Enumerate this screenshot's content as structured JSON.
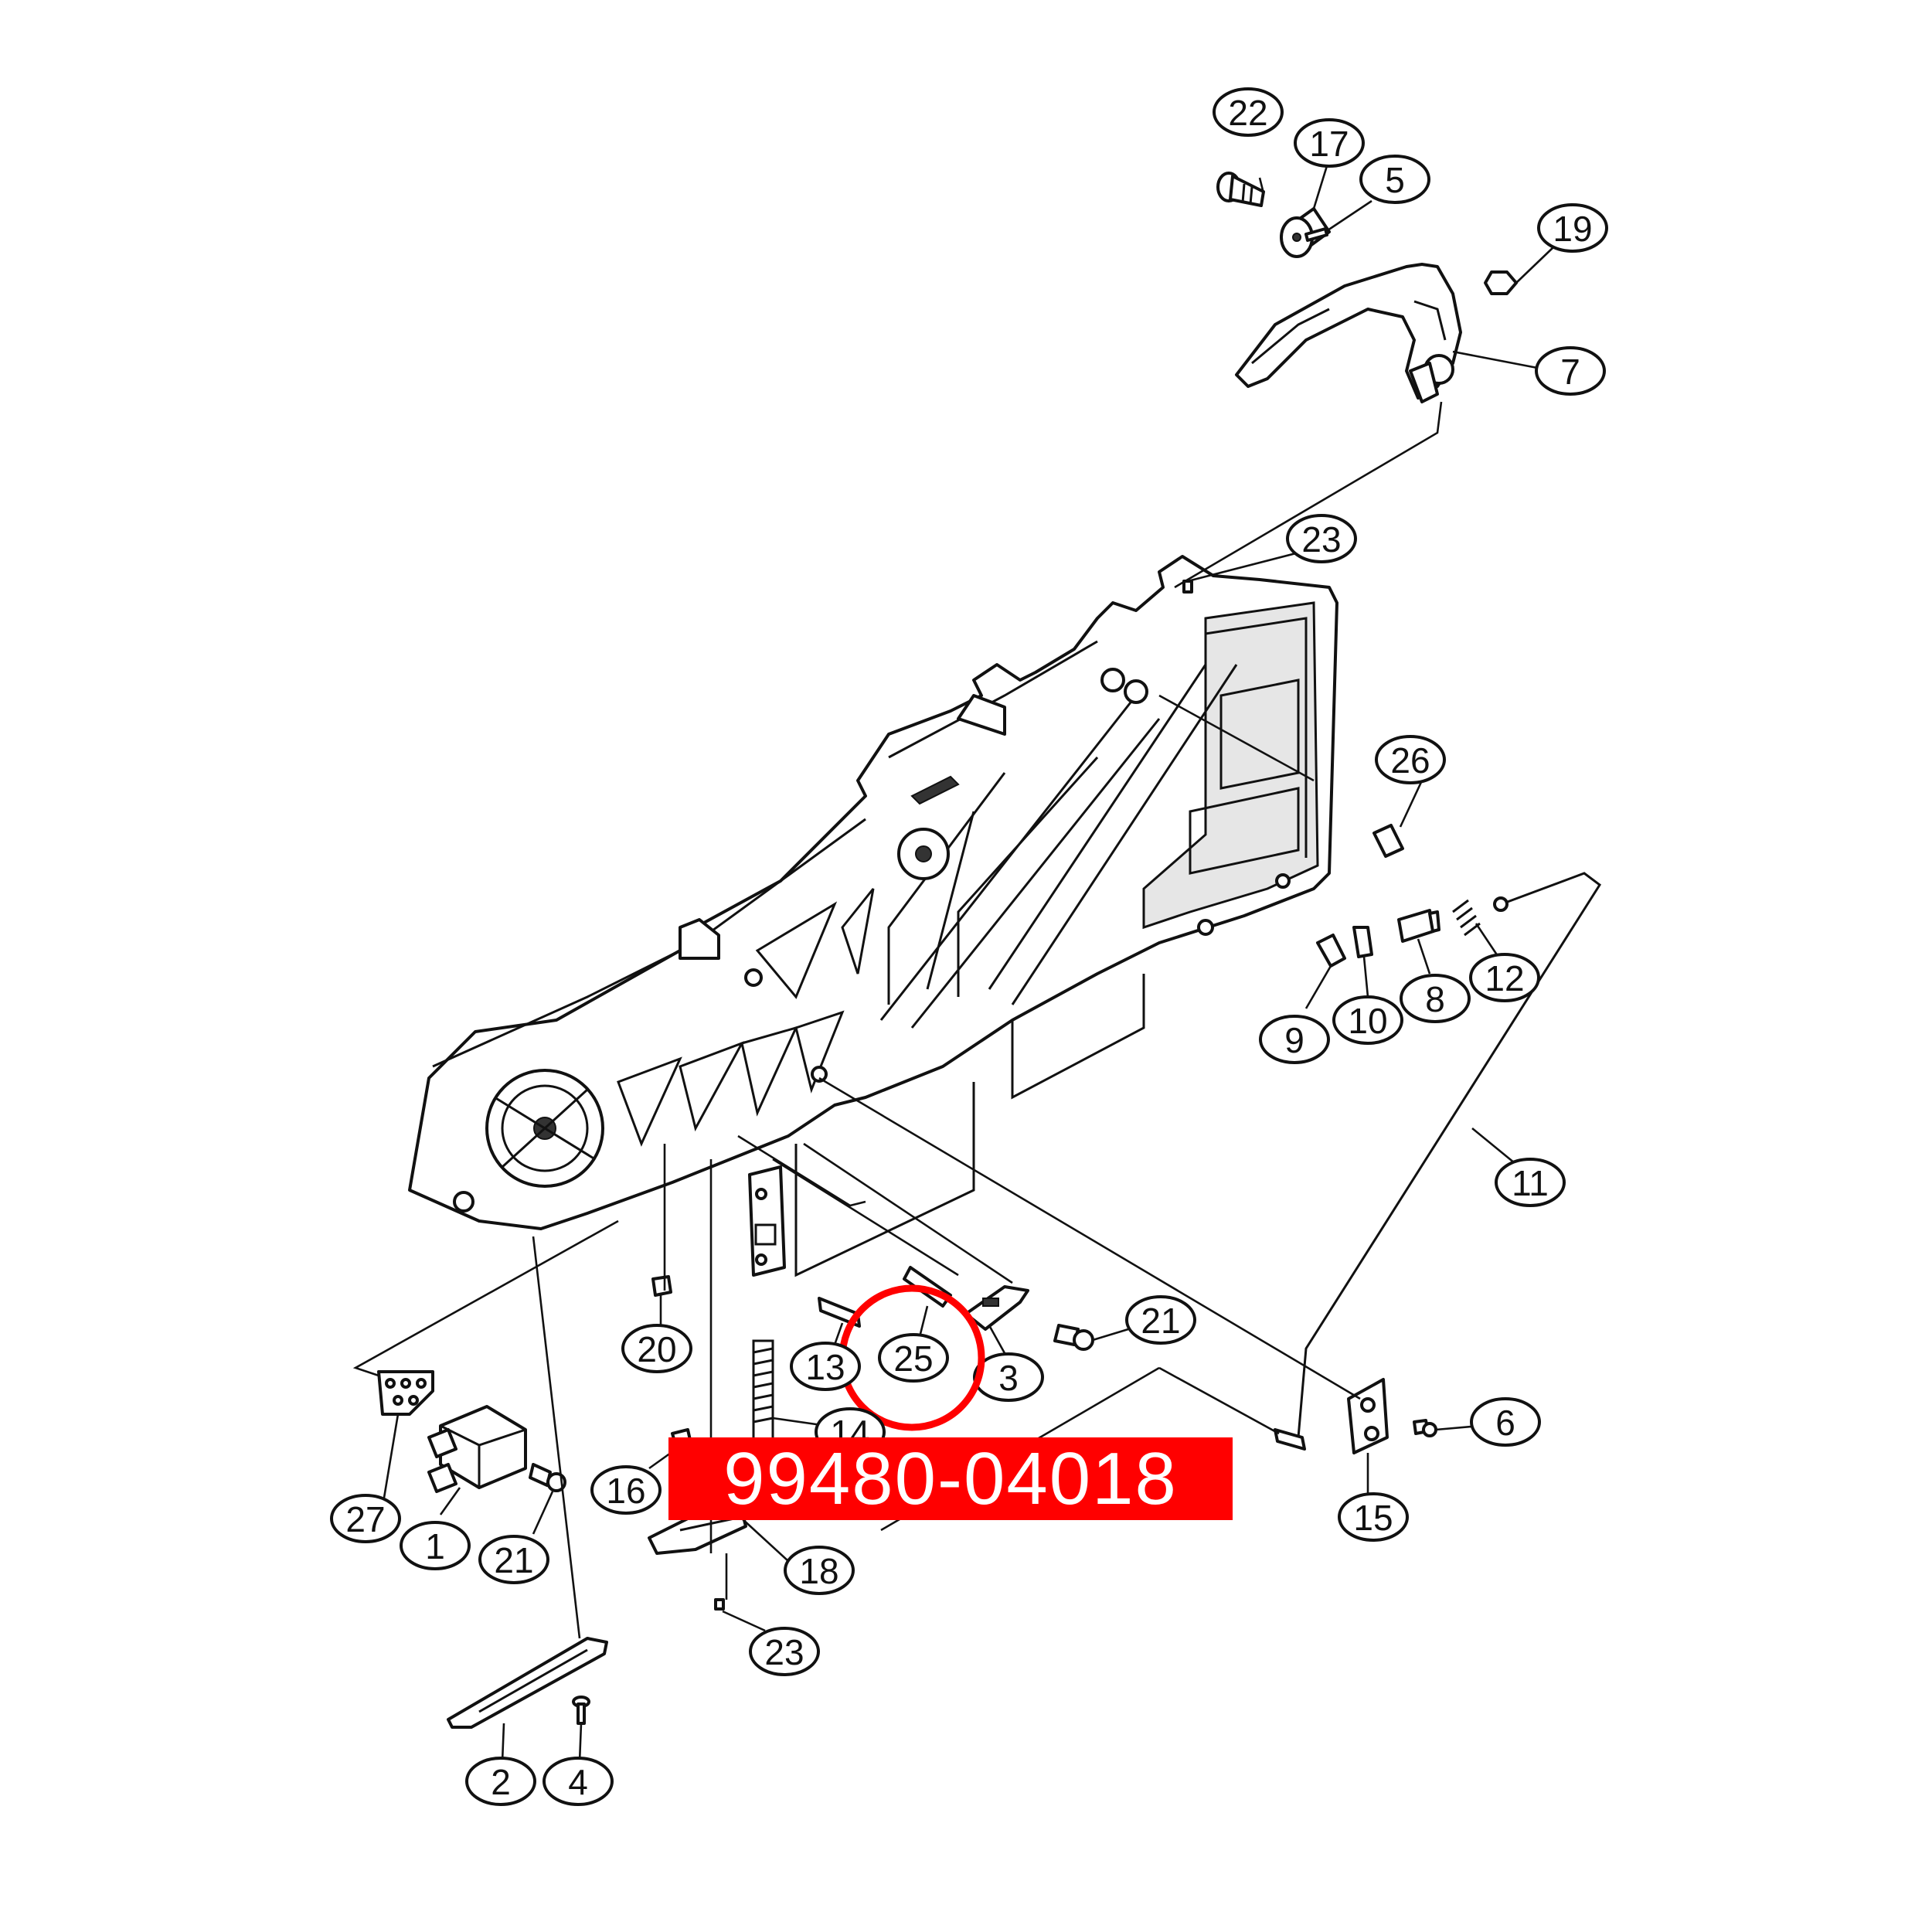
{
  "callouts": [
    {
      "label": "22"
    },
    {
      "label": "17"
    },
    {
      "label": "5"
    },
    {
      "label": "19"
    },
    {
      "label": "7"
    },
    {
      "label": "23"
    },
    {
      "label": "26"
    },
    {
      "label": "12"
    },
    {
      "label": "8"
    },
    {
      "label": "10"
    },
    {
      "label": "9"
    },
    {
      "label": "11"
    },
    {
      "label": "21"
    },
    {
      "label": "3"
    },
    {
      "label": "25"
    },
    {
      "label": "13"
    },
    {
      "label": "20"
    },
    {
      "label": "14"
    },
    {
      "label": "6"
    },
    {
      "label": "15"
    },
    {
      "label": "16"
    },
    {
      "label": "18"
    },
    {
      "label": "23"
    },
    {
      "label": "27"
    },
    {
      "label": "1"
    },
    {
      "label": "21"
    },
    {
      "label": "2"
    },
    {
      "label": "4"
    }
  ],
  "part_number": "99480-04018",
  "colors": {
    "highlight": "#ff0000",
    "ink": "#111111",
    "background": "#ffffff"
  },
  "highlighted_callout": "25"
}
